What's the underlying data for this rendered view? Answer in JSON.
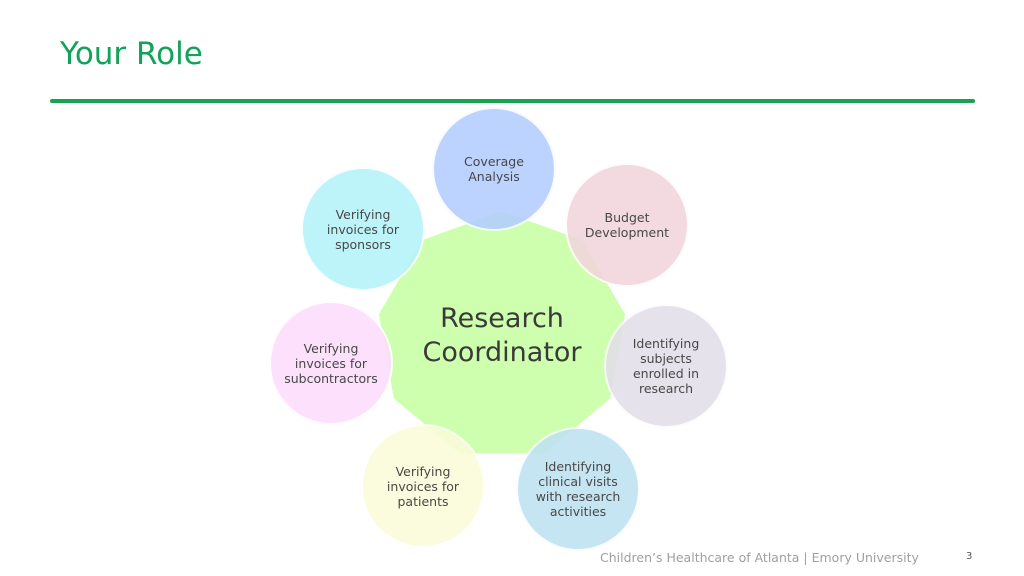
{
  "slide": {
    "title": "Your Role",
    "footer": "Children’s Healthcare of Atlanta | Emory University",
    "page_number": "3"
  },
  "diagram": {
    "center": {
      "label": "Research\nCoordinator",
      "color": "#ccffaa"
    },
    "nodes": [
      {
        "label": "Coverage\nAnalysis",
        "color": "#b3ccff"
      },
      {
        "label": "Budget\nDevelopment",
        "color": "#f2d6dc"
      },
      {
        "label": "Identifying\nsubjects\nenrolled in\nresearch",
        "color": "#e2dfe9"
      },
      {
        "label": "Identifying\nclinical visits\nwith research\nactivities",
        "color": "#bfe2f2"
      },
      {
        "label": "Verifying\ninvoices for\npatients",
        "color": "#fbfcd9"
      },
      {
        "label": "Verifying\ninvoices for\nsubcontractors",
        "color": "#fdddfc"
      },
      {
        "label": "Verifying\ninvoices for\nsponsors",
        "color": "#b5f3f9"
      }
    ]
  }
}
